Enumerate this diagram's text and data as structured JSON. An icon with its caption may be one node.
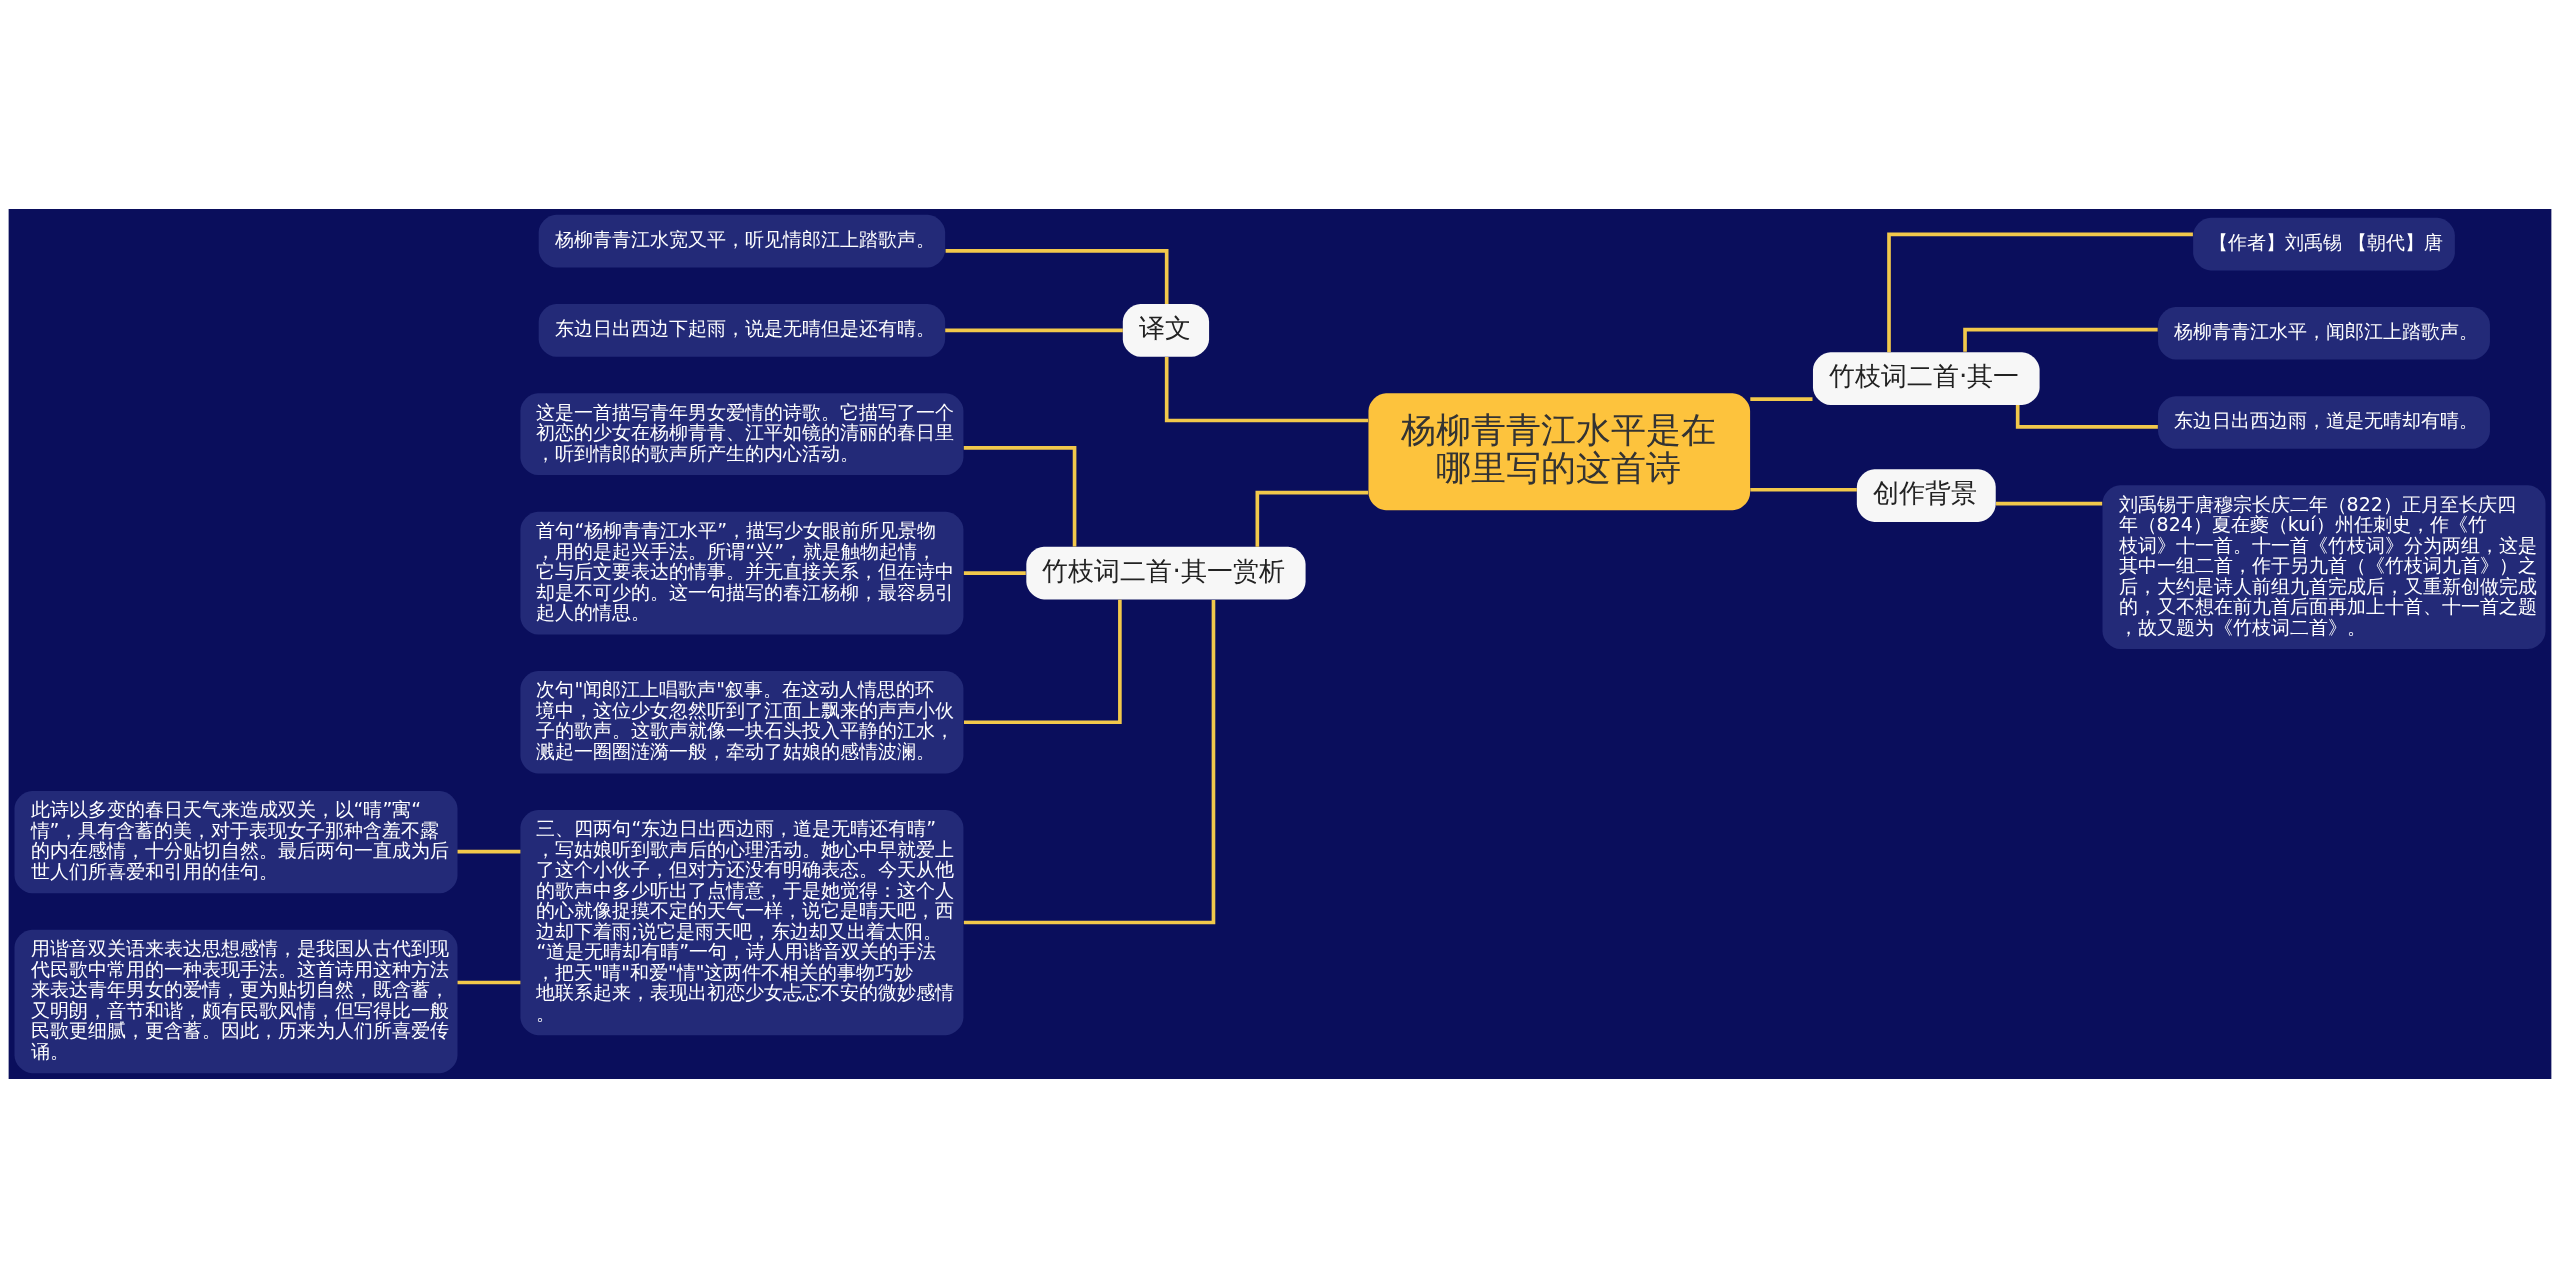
{
  "diagram": {
    "nodes": [
      {
        "text": [
          "杨柳青青江水平是在哪里写的这首诗"
        ]
      },
      {
        "text": [
          "译文"
        ]
      },
      {
        "text": [
          "杨柳青青江水宽又平，听见情郎江上踏歌声。"
        ]
      },
      {
        "text": [
          "东边日出西边下起雨，说是无晴但是还有晴。"
        ]
      },
      {
        "text": [
          "竹枝词二首·其一赏析"
        ]
      },
      {
        "text": [
          "这是一首描写青年男女爱情的诗歌。它描写了一个初恋的少女在杨柳青青、江平如镜的清丽的春日里，听到情郎的歌声所产生的内心活动。"
        ]
      },
      {
        "text": [
          "首句“杨柳青青江水平”，描写少女眼前所见景物，用的是起兴手法。所谓“兴”，就是触物起情，它与后文要表达的情事。并无直接关系，但在诗中却是不可少的。这一句描写的春江杨柳，最容易引起人的情思。"
        ]
      },
      {
        "text": [
          "次句\"闻郎江上唱歌声\"叙事。在这动人情思的环境中，这位少女忽然听到了江面上飘来的声声小伙子的歌声。这歌声就像一块石头投入平静的江水，溅起一圈圈涟漪一般，牵动了姑娘的感情波澜。"
        ]
      },
      {
        "text": [
          "三、四两句“东边日出西边雨，道是无晴还有晴”，写姑娘听到歌声后的心理活动。她心中早就爱上了这个小伙子，但对方还没有明确表态。今天从他的歌声中多少听出了点情意，于是她觉得：这个人的心就像捉摸不定的天气一样，说它是晴天吧，西边却下着雨;说它是雨天吧，东边却又出着太阳。“道是无晴却有晴”一句，诗人用谐音双关的手法，把天\"晴\"和爱\"情\"这两件不相关的事物巧妙地联系起来，表现出初恋少女忐忑不安的微妙感情。"
        ]
      },
      {
        "text": [
          "此诗以多变的春日天气来造成双关，以“晴”寓“情”，具有含蓄的美，对于表现女子那种含羞不露的内在感情，十分贴切自然。最后两句一直成为后世人们所喜爱和引用的佳句。"
        ]
      },
      {
        "text": [
          "用谐音双关语来表达思想感情，是我国从古代到现代民歌中常用的一种表现手法。这首诗用这种方法来表达青年男女的爱情，更为贴切自然，既含蓄，又明朗，音节和谐，颇有民歌风情，但写得比一般民歌更细腻，更含蓄。因此，历来为人们所喜爱传诵。"
        ]
      },
      {
        "text": [
          "竹枝词二首·其一"
        ]
      },
      {
        "text": [
          "【作者】刘禹锡 【朝代】唐"
        ]
      },
      {
        "text": [
          "杨柳青青江水平，闻郎江上踏歌声。"
        ]
      },
      {
        "text": [
          "东边日出西边雨，道是无晴却有晴。"
        ]
      },
      {
        "text": [
          "创作背景"
        ]
      },
      {
        "text": [
          "刘禹锡于唐穆宗长庆二年（822）正月至长庆四年（824）夏在夔（kuí）州任刺史，作《竹枝词》十一首。十一首《竹枝词》分为两组，这是其中一组二首，作于另九首（《竹枝词九首》）之后，大约是诗人前组九首完成后，又重新创做完成的，又不想在前九首后面再加上十首、十一首之题，故又题为《竹枝词二首》。"
        ]
      }
    ],
    "edges": [
      {
        "from": 0,
        "to": 1,
        "arrow": "none"
      },
      {
        "from": 1,
        "to": 2,
        "arrow": "none"
      },
      {
        "from": 1,
        "to": 3,
        "arrow": "none"
      },
      {
        "from": 0,
        "to": 4,
        "arrow": "none"
      },
      {
        "from": 4,
        "to": 5,
        "arrow": "none"
      },
      {
        "from": 4,
        "to": 6,
        "arrow": "none"
      },
      {
        "from": 4,
        "to": 7,
        "arrow": "none"
      },
      {
        "from": 4,
        "to": 8,
        "arrow": "none"
      },
      {
        "from": 8,
        "to": 9,
        "arrow": "none"
      },
      {
        "from": 8,
        "to": 10,
        "arrow": "none"
      },
      {
        "from": 0,
        "to": 11,
        "arrow": "none"
      },
      {
        "from": 11,
        "to": 12,
        "arrow": "none"
      },
      {
        "from": 11,
        "to": 13,
        "arrow": "none"
      },
      {
        "from": 11,
        "to": 14,
        "arrow": "none"
      },
      {
        "from": 0,
        "to": 15,
        "arrow": "none"
      },
      {
        "from": 15,
        "to": 16,
        "arrow": "none"
      }
    ]
  }
}
